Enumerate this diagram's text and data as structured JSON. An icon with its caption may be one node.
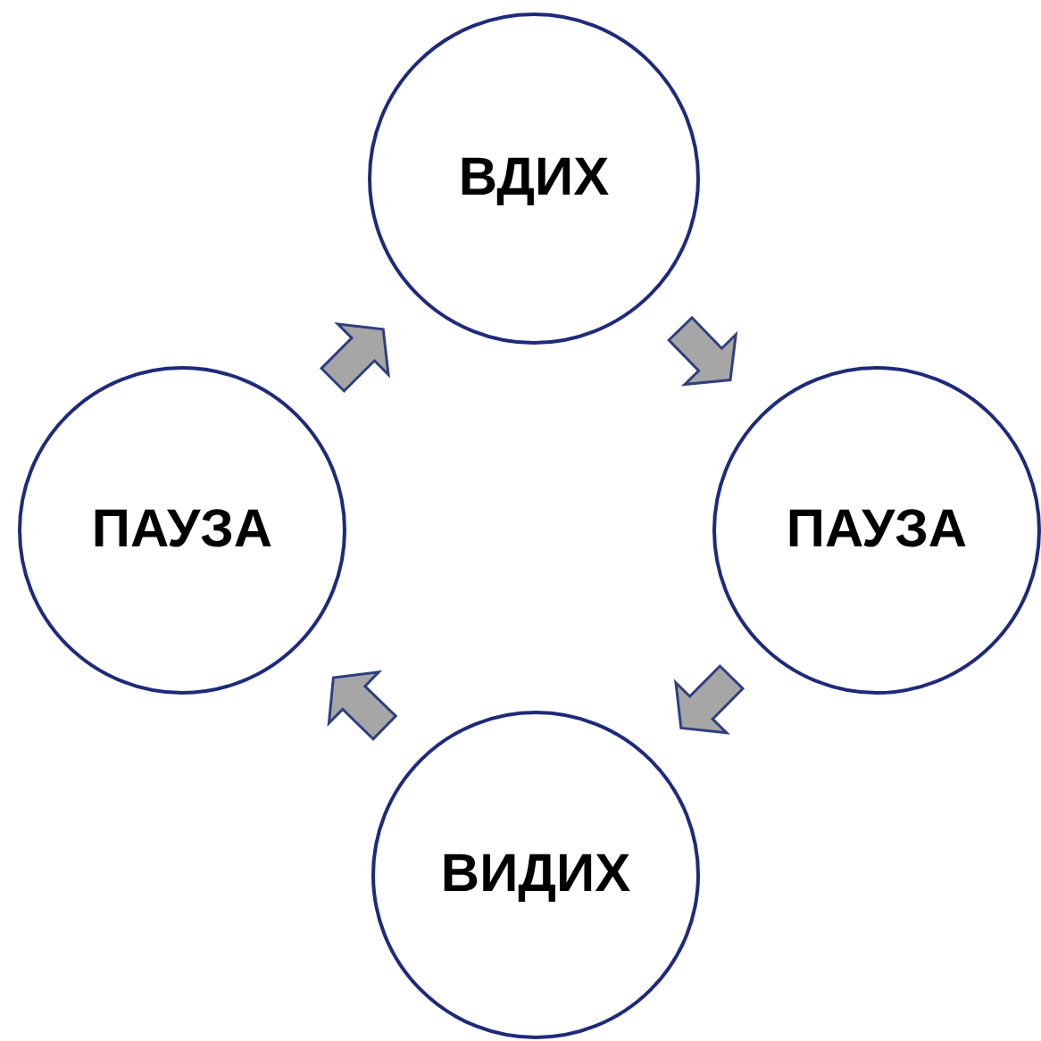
{
  "diagram": {
    "nodes": [
      {
        "text": [
          "ВДИХ"
        ]
      },
      {
        "text": [
          "ПАУЗА"
        ]
      },
      {
        "text": [
          "ВИДИХ"
        ]
      },
      {
        "text": [
          "ПАУЗА"
        ]
      }
    ],
    "edges": [
      {
        "from": 0,
        "to": 1,
        "arrow": "to"
      },
      {
        "from": 1,
        "to": 2,
        "arrow": "to"
      },
      {
        "from": 2,
        "to": 3,
        "arrow": "to"
      },
      {
        "from": 3,
        "to": 0,
        "arrow": "to"
      }
    ]
  }
}
